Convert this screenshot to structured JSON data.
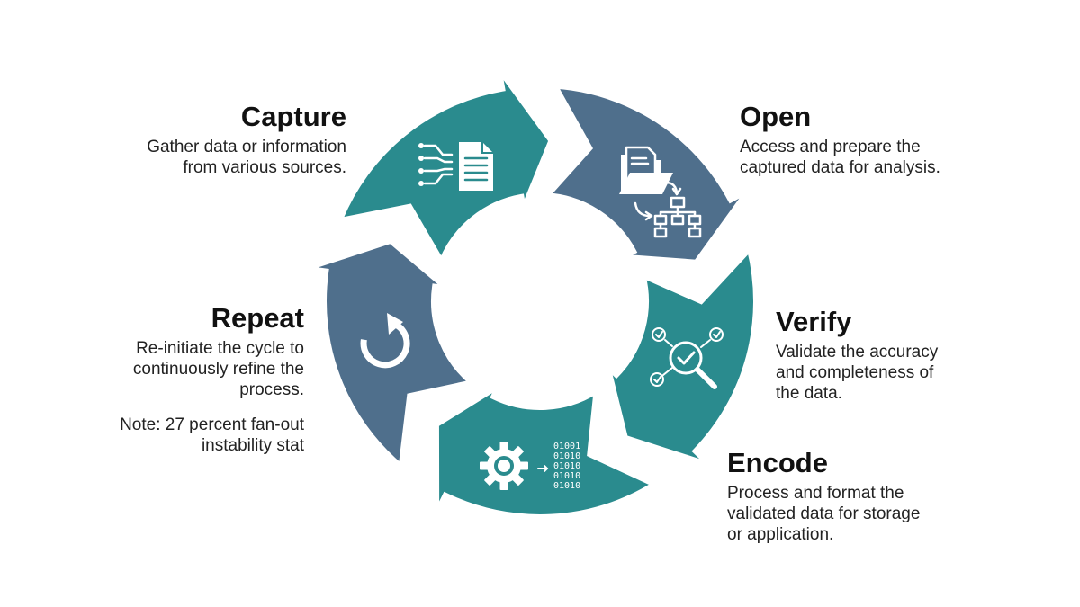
{
  "stages": {
    "capture": {
      "title": "Capture",
      "desc_lines": [
        "Gather data or information",
        "from various sources."
      ],
      "color": "#2a8b8e",
      "icon": "document-inputs-icon"
    },
    "open": {
      "title": "Open",
      "desc_lines": [
        "Access and prepare the",
        "captured data for analysis."
      ],
      "color": "#4f6f8c",
      "icon": "folder-hierarchy-icon"
    },
    "verify": {
      "title": "Verify",
      "desc_lines": [
        "Validate the accuracy",
        "and completeness of",
        "the data."
      ],
      "color": "#2a8b8e",
      "icon": "magnifier-check-icon"
    },
    "encode": {
      "title": "Encode",
      "desc_lines": [
        "Process and format the",
        "validated data for storage",
        "or application."
      ],
      "color": "#2a8b8e",
      "icon": "gear-binary-icon",
      "binary_lines": [
        "01001",
        "01010",
        "01010",
        "01010",
        "01010"
      ]
    },
    "repeat": {
      "title": "Repeat",
      "desc_lines": [
        "Re-initiate the cycle to",
        "continuously refine the",
        "process."
      ],
      "note_lines": [
        "Note: 27 percent fan-out",
        "instability stat"
      ],
      "color": "#4f6f8c",
      "icon": "refresh-icon"
    }
  }
}
